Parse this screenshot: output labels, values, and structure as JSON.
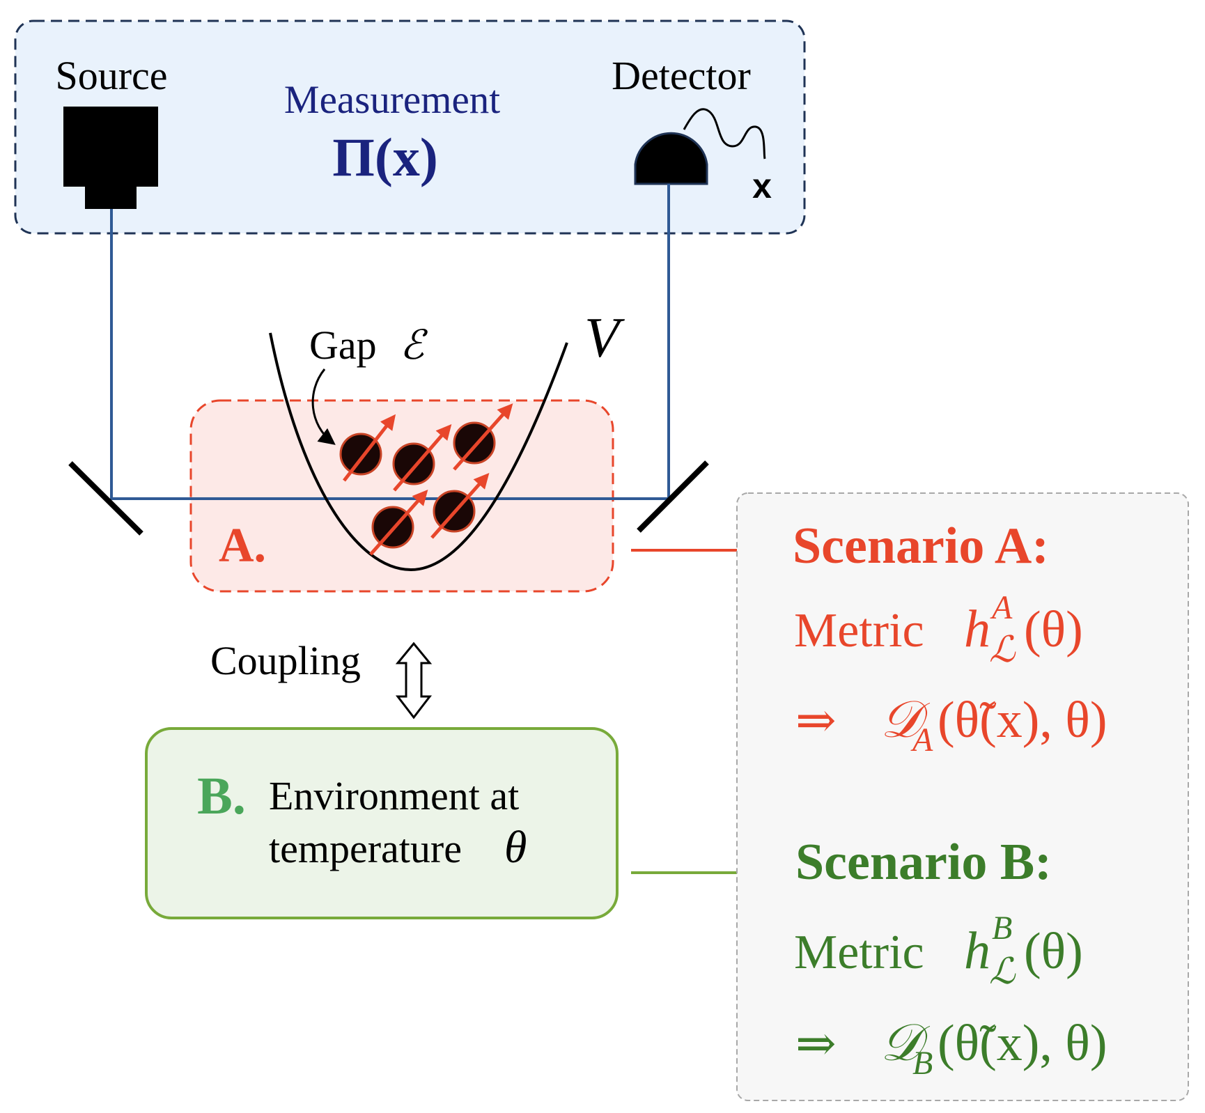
{
  "measurement": {
    "source_label": "Source",
    "detector_label": "Detector",
    "title": "Measurement",
    "operator": "Π(x)",
    "outcome_symbol": "x"
  },
  "system": {
    "gap_label": "Gap",
    "gap_symbol": "ℰ",
    "potential_symbol": "V",
    "box_label": "A."
  },
  "coupling": {
    "label": "Coupling",
    "arrow_glyph": "⇳"
  },
  "environment": {
    "box_label": "B.",
    "line1": "Environment at",
    "line2": "temperature",
    "temperature_symbol": "θ"
  },
  "scenarios": {
    "a": {
      "title": "Scenario A:",
      "metric_word": "Metric",
      "metric_symbol": "h",
      "metric_superscript": "A",
      "metric_subscript": "ℒ",
      "metric_arg": "(θ)",
      "implies": "⇒",
      "divergence_symbol": "𝒟",
      "divergence_subscript": "A",
      "divergence_args": "(θ̃(x), θ)"
    },
    "b": {
      "title": "Scenario B:",
      "metric_word": "Metric",
      "metric_symbol": "h",
      "metric_superscript": "B",
      "metric_subscript": "ℒ",
      "metric_arg": "(θ)",
      "implies": "⇒",
      "divergence_symbol": "𝒟",
      "divergence_subscript": "B",
      "divergence_args": "(θ̃(x), θ)"
    }
  },
  "colors": {
    "measurement_fill": "#e9f2fc",
    "measurement_border": "#1f3355",
    "measurement_text": "#1a237e",
    "beam": "#2f5a95",
    "system_fill": "#fde9e7",
    "system_border": "#e8462b",
    "accent_red": "#e8462b",
    "env_fill": "#ecf4e8",
    "env_border": "#78aa3a",
    "accent_green": "#4aa65a",
    "scenario_b_text": "#3c7d2a",
    "scenario_panel_fill": "#f7f7f7",
    "scenario_panel_border": "#a8a8a8",
    "particle_fill": "#1a0706"
  }
}
